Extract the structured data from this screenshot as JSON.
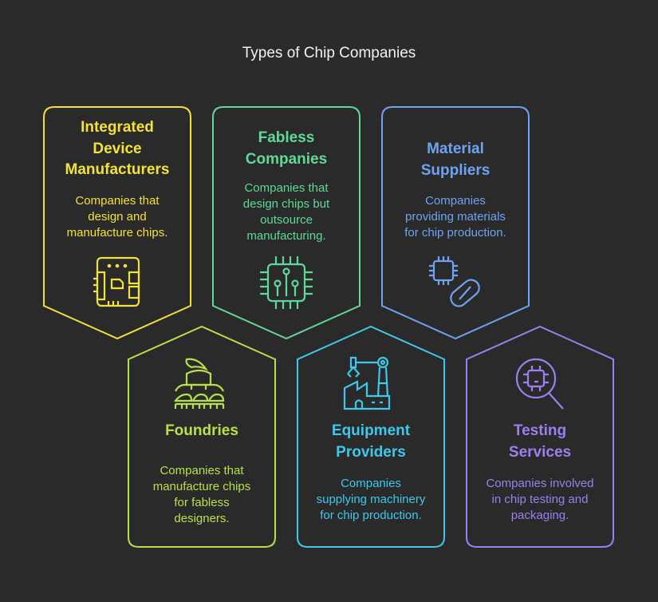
{
  "title": "Types of Chip Companies",
  "colors": {
    "background": "#2a2a2a",
    "yellow": "#f3e23a",
    "green": "#5fd99a",
    "blue": "#6fa3f2",
    "lime": "#b8e04c",
    "cyan": "#3ec8ee",
    "purple": "#9c7ff0"
  },
  "cards": [
    {
      "title": "Integrated\nDevice\nManufacturers",
      "description": "Companies that\ndesign and\nmanufacture chips.",
      "icon": "circuit-board-icon"
    },
    {
      "title": "Fabless\nCompanies",
      "description": "Companies that\ndesign chips but\noutsource\nmanufacturing.",
      "icon": "microchip-icon"
    },
    {
      "title": "Material\nSuppliers",
      "description": "Companies\nproviding materials\nfor chip production.",
      "icon": "chip-and-pill-icon"
    },
    {
      "title": "Foundries",
      "description": "Companies that\nmanufacture chips\nfor fabless\ndesigners.",
      "icon": "foundry-machine-icon"
    },
    {
      "title": "Equipment\nProviders",
      "description": "Companies\nsupplying machinery\nfor chip production.",
      "icon": "factory-robot-arm-icon"
    },
    {
      "title": "Testing\nServices",
      "description": "Companies involved\nin chip testing and\npackaging.",
      "icon": "chip-magnifier-icon"
    }
  ]
}
